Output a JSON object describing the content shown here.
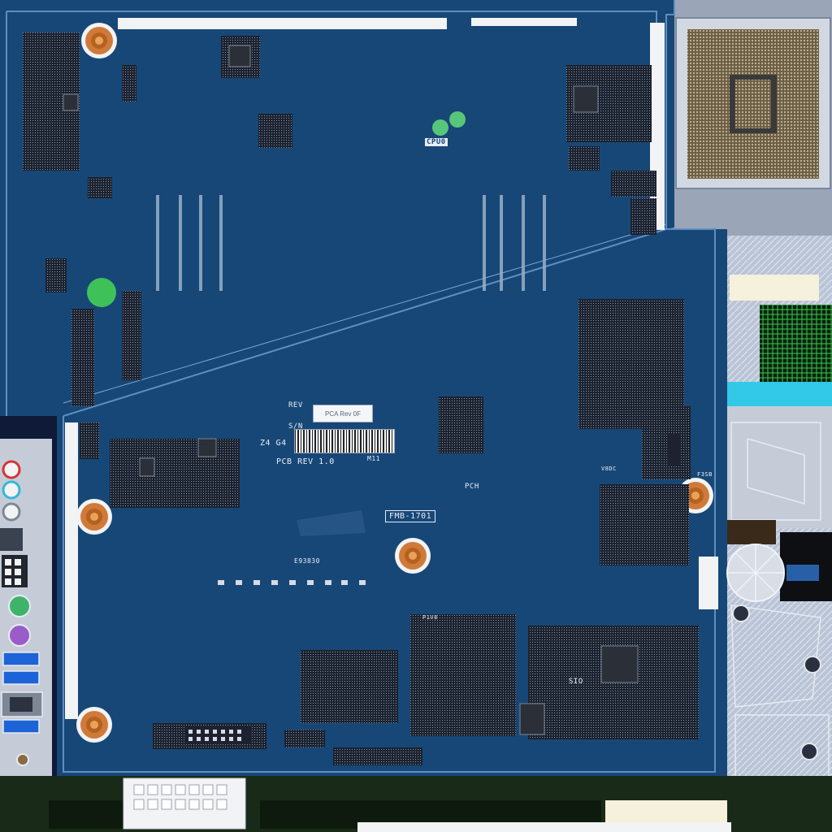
{
  "board": {
    "cpu_socket_label": "CPU0",
    "rev_label": "REV",
    "rev_sticker": "PCA Rev 0F",
    "sn_label": "S/N",
    "model": "Z4 G4",
    "pcb_rev": "PCB REV 1.0",
    "pcb_rev_suffix": "M11",
    "part_number": "FMB-1701",
    "ul_mark": "E93830",
    "pch_label": "PCH",
    "sio_label": "SIO",
    "header_label_p1": "P1V8",
    "header_label_v": "V8DC",
    "header_label_f": "F3SB"
  },
  "colors": {
    "pcb": "#174776",
    "pcb_edge": "#5f8fc2",
    "copper_ring": "#d07a3a",
    "pad_white": "#f2f3f5",
    "heatsink": "#aab4c6",
    "usb_blue": "#1d63d8",
    "ps2_green": "#3fb36a",
    "ps2_purple": "#9a5cc8",
    "cyan_accent": "#32c8e8"
  },
  "io_panel": {
    "ports": [
      "audio-jack-red",
      "audio-jack-cyan",
      "audio-jack-white",
      "power-header",
      "ps2-mouse",
      "ps2-keyboard",
      "usb3",
      "usb3",
      "ethernet",
      "usb3"
    ]
  }
}
